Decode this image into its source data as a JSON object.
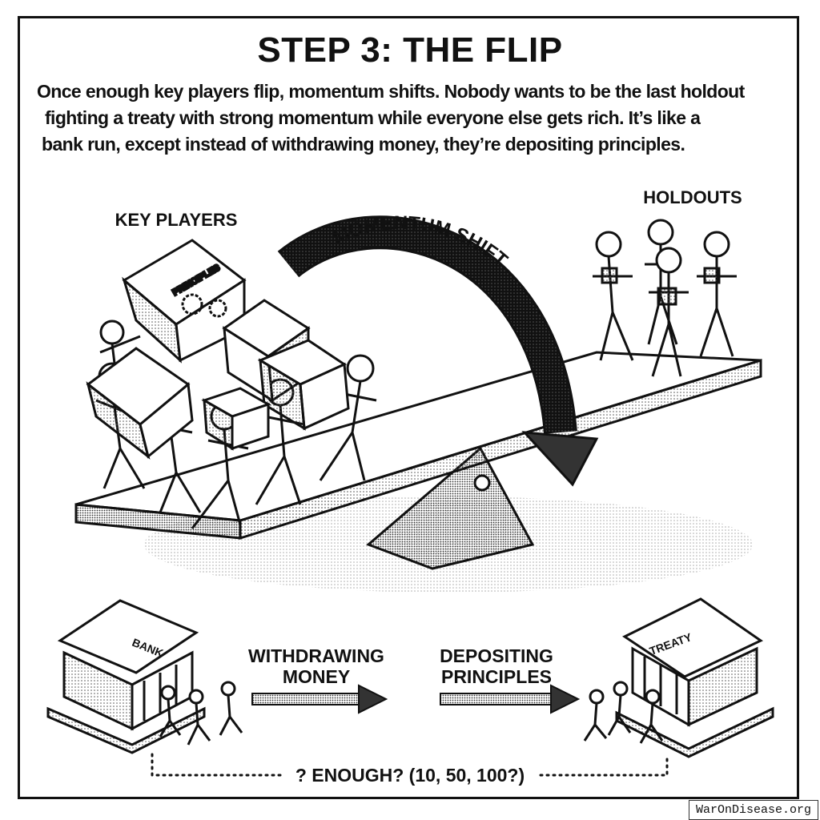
{
  "title": "STEP 3: THE FLIP",
  "intro_lines": [
    "Once enough key players flip, momentum shifts. Nobody wants to be the last holdout",
    "fighting a treaty with strong momentum while everyone else gets rich. It’s like a",
    "bank run, except instead of withdrawing money, they’re depositing principles."
  ],
  "labels": {
    "key_players": "KEY PLAYERS",
    "holdouts": "HOLDOUTS",
    "momentum_shift": "MOMENTUM SHIFT",
    "principles_box": "PRINCIPLES",
    "bank": "BANK",
    "treaty": "TREATY",
    "withdrawing_1": "WITHDRAWING",
    "withdrawing_2": "MONEY",
    "depositing_1": "DEPOSITING",
    "depositing_2": "PRINCIPLES",
    "enough": "? ENOUGH? (10, 50, 100?)"
  },
  "watermark": "WarOnDisease.org"
}
